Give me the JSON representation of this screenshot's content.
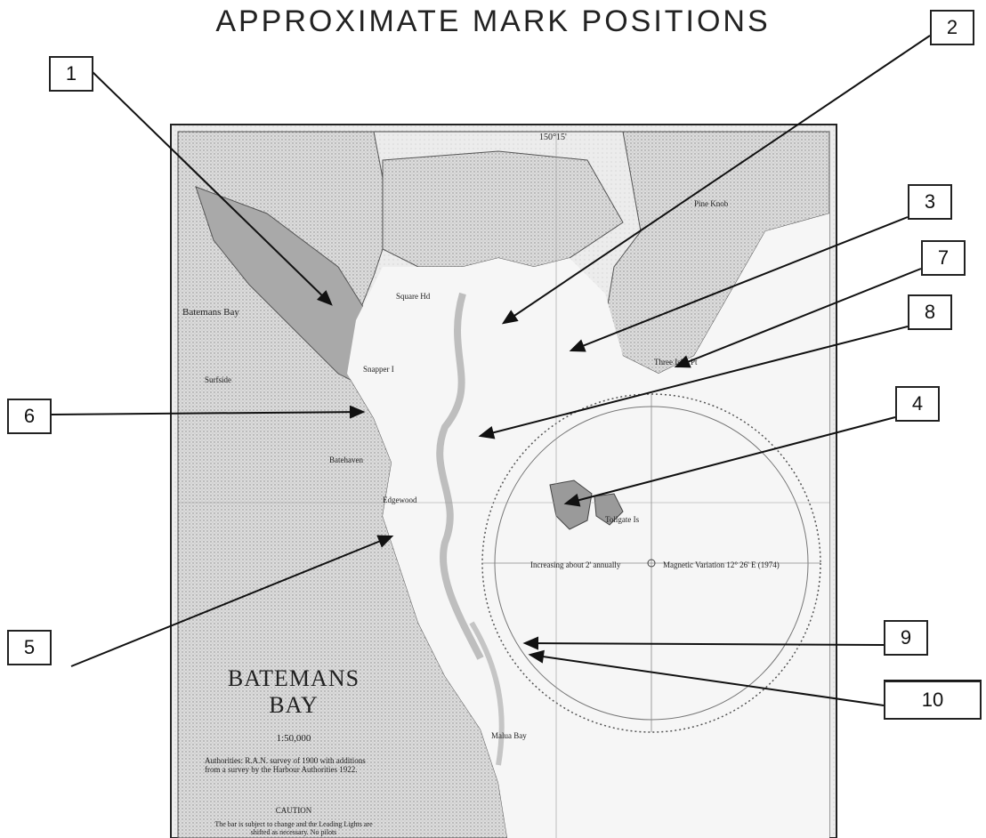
{
  "title": "APPROXIMATE MARK POSITIONS",
  "chart": {
    "name": "BATEMANS BAY",
    "scale": "1:50,000",
    "authorities": "Authorities: R.A.N. survey of 1900 with additions from a survey by the Harbour Authorities 1922.",
    "caution_heading": "CAUTION",
    "caution_text": "The bar is subject to change and the Leading Lights are shifted as necessary. No pilots",
    "magnetic_variation": "Magnetic Variation 12° 26' E (1974)",
    "annual_change": "Increasing about 2' annually",
    "longitude_label": "150°15'",
    "place_names": [
      "Batemans Bay",
      "Snapper I",
      "Edgewood",
      "Malua Bay",
      "Tollgate Is",
      "Three Islet Pt",
      "Square Hd",
      "Surfside",
      "Batehaven",
      "Pine Knob"
    ]
  },
  "marks": [
    {
      "id": "1"
    },
    {
      "id": "2"
    },
    {
      "id": "3"
    },
    {
      "id": "4"
    },
    {
      "id": "5"
    },
    {
      "id": "6"
    },
    {
      "id": "7"
    },
    {
      "id": "8"
    },
    {
      "id": "9"
    },
    {
      "id": "10"
    }
  ],
  "colors": {
    "land": "#d6d6d6",
    "shallow": "#9a9a9a",
    "water": "#f4f4f4",
    "ink": "#222222"
  }
}
